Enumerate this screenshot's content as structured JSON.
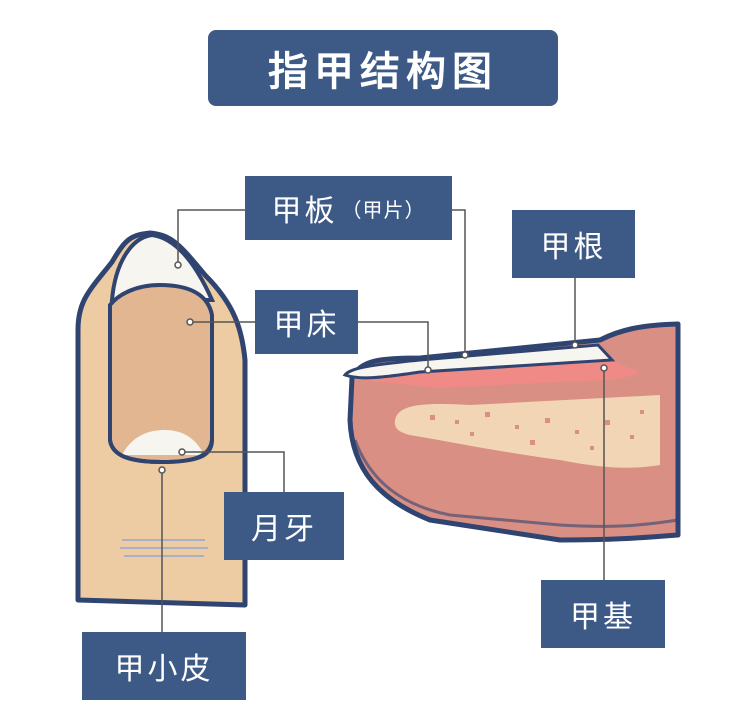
{
  "title": "指甲结构图",
  "labels": {
    "nail_plate": "甲板",
    "nail_plate_sub": "（甲片）",
    "nail_bed": "甲床",
    "nail_root": "甲根",
    "lunula": "月牙",
    "nail_matrix": "甲基",
    "cuticle": "甲小皮"
  },
  "colors": {
    "label_bg": "#3d5a87",
    "outline": "#2f4470",
    "skin": "#edcba3",
    "nail_bed": "#e2b690",
    "flesh": "#d98f84",
    "inner_flesh": "#f2d5b4",
    "nail_pink": "#ef8a86",
    "nail_white": "#f7f5f0"
  }
}
